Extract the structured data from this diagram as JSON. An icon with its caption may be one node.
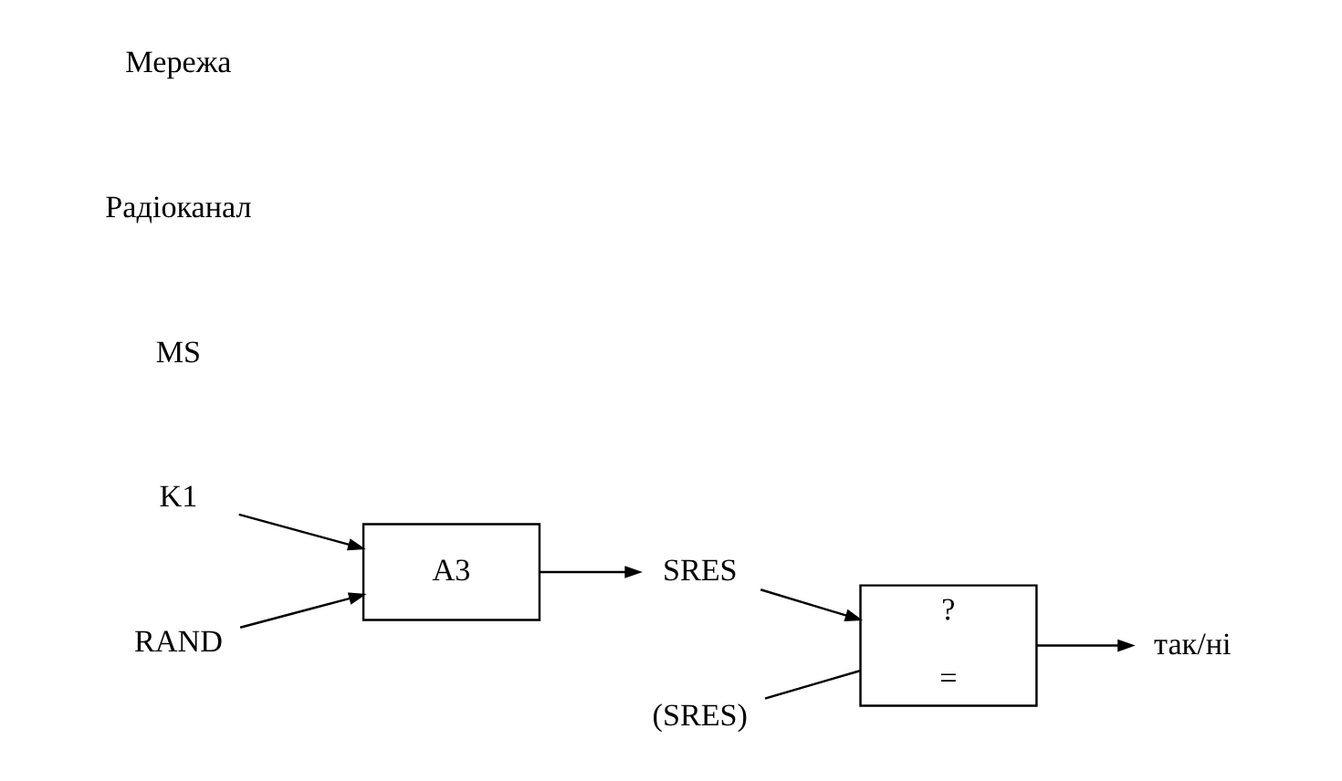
{
  "diagram": {
    "nodes": [
      {
        "text": [
          "K1"
        ]
      },
      {
        "text": [
          "RAND"
        ]
      },
      {
        "text": [
          "A3"
        ]
      },
      {
        "text": [
          "SRES"
        ]
      },
      {
        "text": [
          "(SRES)"
        ]
      },
      {
        "text": [
          "?",
          "="
        ]
      },
      {
        "text": [
          "так/ні"
        ]
      }
    ],
    "edges": [
      {
        "from": 0,
        "to": 2,
        "arrow": "to"
      },
      {
        "from": 1,
        "to": 2,
        "arrow": "to"
      },
      {
        "from": 2,
        "to": 3,
        "arrow": "to"
      },
      {
        "from": 3,
        "to": 5,
        "arrow": "to"
      },
      {
        "from": 4,
        "to": 5,
        "arrow": "none"
      },
      {
        "from": 5,
        "to": 6,
        "arrow": "to"
      }
    ],
    "labels": [
      "MS",
      "Радіоканал",
      "Мережа"
    ]
  }
}
